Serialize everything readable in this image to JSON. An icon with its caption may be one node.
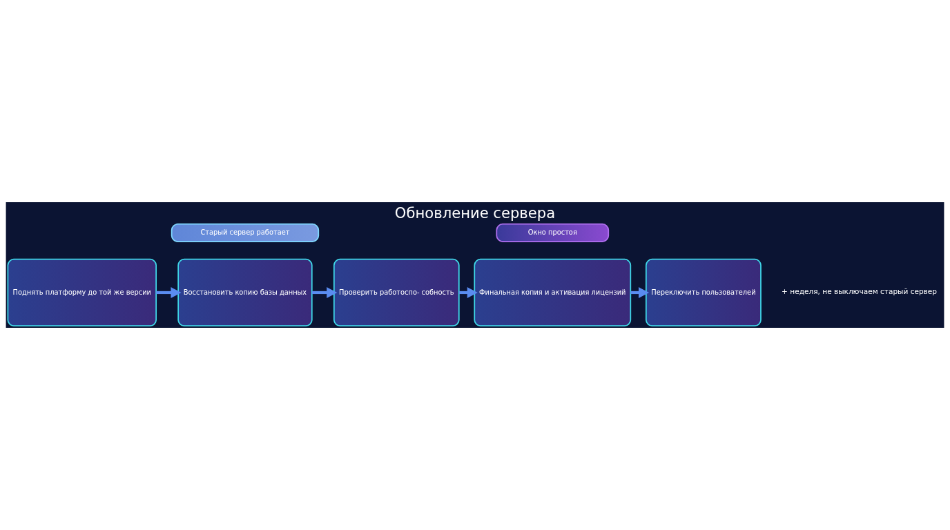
{
  "diagram": {
    "title": "Обновление сервера",
    "nodes": [
      {
        "text": [
          "Поднять платформу до той же версии"
        ]
      },
      {
        "text": [
          "Восстановить копию базы данных"
        ]
      },
      {
        "text": [
          "Проверить работоспо- собность"
        ]
      },
      {
        "text": [
          "Финальная копия и активация лицензий"
        ]
      },
      {
        "text": [
          "Переключить пользователей"
        ]
      },
      {
        "text": [
          "Старый сервер работает"
        ]
      },
      {
        "text": [
          "Окно простоя"
        ]
      }
    ],
    "edges": [
      {
        "from": 0,
        "to": 1,
        "arrow": "to"
      },
      {
        "from": 1,
        "to": 2,
        "arrow": "to"
      },
      {
        "from": 2,
        "to": 3,
        "arrow": "to"
      },
      {
        "from": 3,
        "to": 4,
        "arrow": "to"
      }
    ],
    "labels": [
      "+ неделя, не выключаем старый сервер"
    ]
  }
}
